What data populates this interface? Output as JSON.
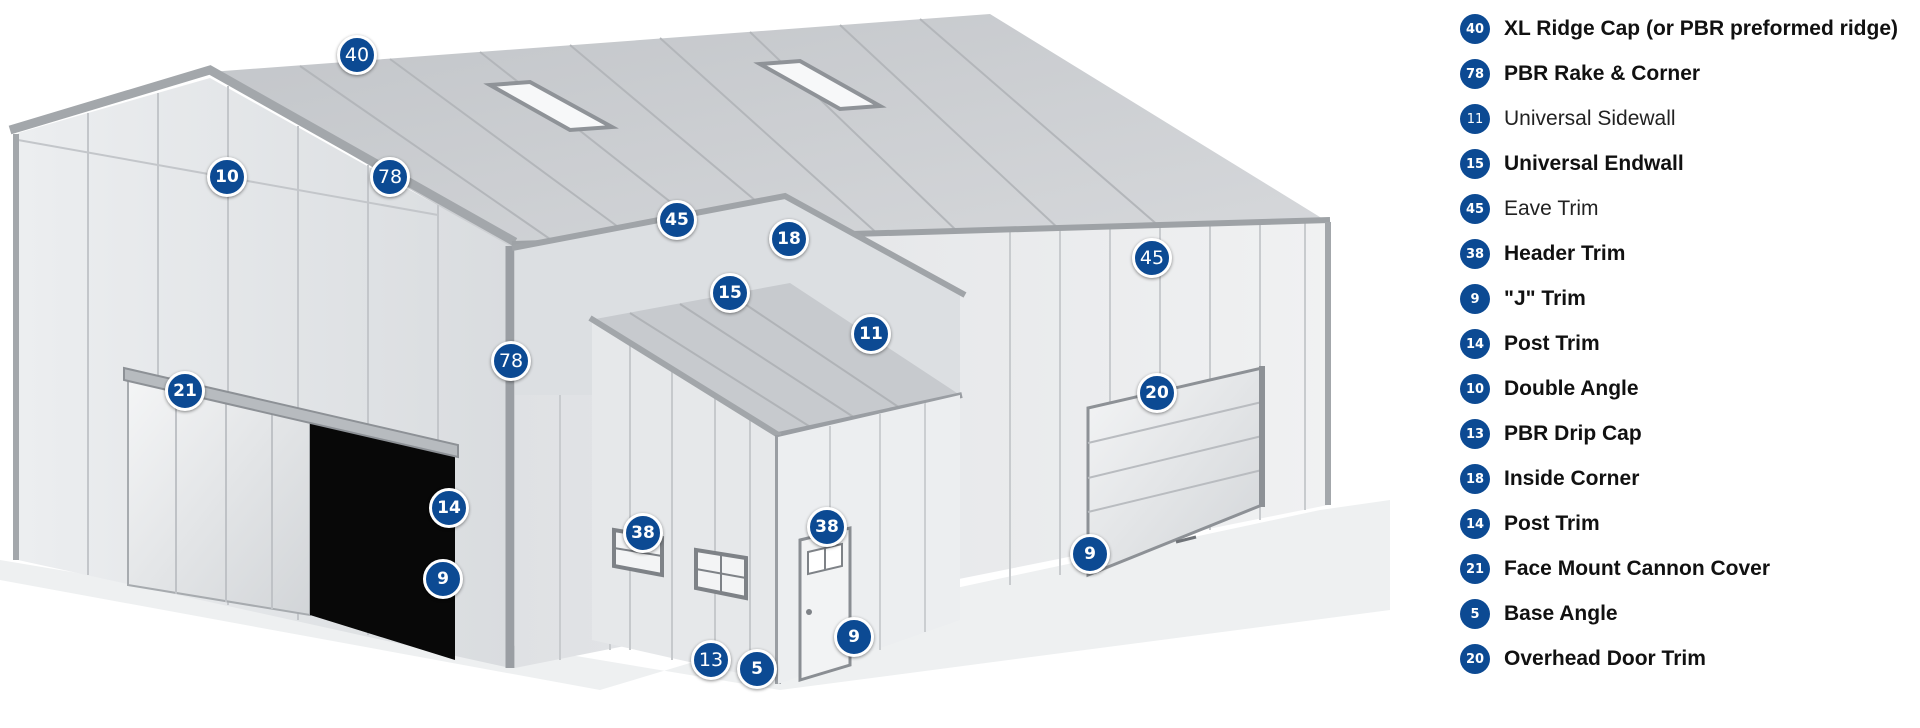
{
  "colors": {
    "callout_fill": "#0c4a93",
    "callout_ring": "#ffffff",
    "legend_text": "#111111",
    "wall_light": "#e4e6e8",
    "wall_mid": "#cfd2d5",
    "roof": "#c9ccd0",
    "trim": "#9a9ea3"
  },
  "diagram": {
    "callouts": [
      {
        "id": "c40",
        "label": "40",
        "light": true
      },
      {
        "id": "c10",
        "label": "10",
        "light": false
      },
      {
        "id": "c78a",
        "label": "78",
        "light": true
      },
      {
        "id": "c45a",
        "label": "45",
        "light": false
      },
      {
        "id": "c18",
        "label": "18",
        "light": false
      },
      {
        "id": "c15",
        "label": "15",
        "light": false
      },
      {
        "id": "c45b",
        "label": "45",
        "light": true
      },
      {
        "id": "c11",
        "label": "11",
        "light": false
      },
      {
        "id": "c78b",
        "label": "78",
        "light": true
      },
      {
        "id": "c21",
        "label": "21",
        "light": false
      },
      {
        "id": "c20",
        "label": "20",
        "light": false
      },
      {
        "id": "c14",
        "label": "14",
        "light": false
      },
      {
        "id": "c9a",
        "label": "9",
        "light": false
      },
      {
        "id": "c38a",
        "label": "38",
        "light": false
      },
      {
        "id": "c38b",
        "label": "38",
        "light": false
      },
      {
        "id": "c9b",
        "label": "9",
        "light": false
      },
      {
        "id": "c13",
        "label": "13",
        "light": true
      },
      {
        "id": "c5",
        "label": "5",
        "light": false
      },
      {
        "id": "c9c",
        "label": "9",
        "light": false
      }
    ]
  },
  "legend": {
    "items": [
      {
        "num": "40",
        "label": "XL Ridge Cap (or PBR preformed ridge)",
        "light": false
      },
      {
        "num": "78",
        "label": "PBR Rake & Corner",
        "light": false
      },
      {
        "num": "11",
        "label": "Universal Sidewall",
        "light": true
      },
      {
        "num": "15",
        "label": "Universal Endwall",
        "light": false
      },
      {
        "num": "45",
        "label": "Eave Trim",
        "light": true
      },
      {
        "num": "38",
        "label": "Header Trim",
        "light": false
      },
      {
        "num": "9",
        "label": "\"J\" Trim",
        "light": false
      },
      {
        "num": "14",
        "label": "Post Trim",
        "light": false
      },
      {
        "num": "10",
        "label": "Double Angle",
        "light": false
      },
      {
        "num": "13",
        "label": "PBR Drip Cap",
        "light": false
      },
      {
        "num": "18",
        "label": "Inside Corner",
        "light": false
      },
      {
        "num": "14",
        "label": "Post Trim",
        "light": false
      },
      {
        "num": "21",
        "label": "Face Mount Cannon Cover",
        "light": false
      },
      {
        "num": "5",
        "label": "Base Angle",
        "light": false
      },
      {
        "num": "20",
        "label": "Overhead Door Trim",
        "light": false
      }
    ]
  }
}
